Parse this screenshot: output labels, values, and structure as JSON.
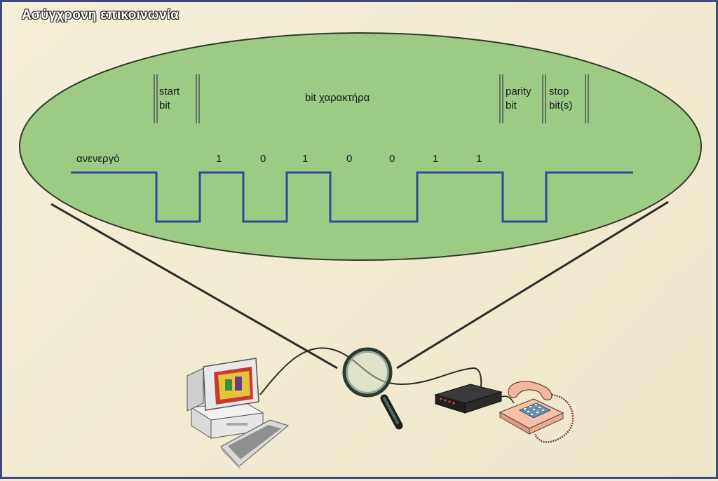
{
  "title": "Ασύγχρονη επικοινωνία",
  "fields": {
    "start_line1": "start",
    "start_line2": "bit",
    "char_bits": "bit χαρακτήρα",
    "parity_line1": "parity",
    "parity_line2": "bit",
    "stop_line1": "stop",
    "stop_line2": "bit(s)"
  },
  "idle_label": "ανενεργό",
  "bits": [
    "1",
    "0",
    "1",
    "0",
    "0",
    "1",
    "1"
  ],
  "colors": {
    "ellipse_fill": "#9dcb84",
    "signal": "#34479a",
    "frame": "#3b4a86"
  },
  "icons": [
    "computer-icon",
    "magnifier-icon",
    "modem-icon",
    "telephone-icon"
  ]
}
